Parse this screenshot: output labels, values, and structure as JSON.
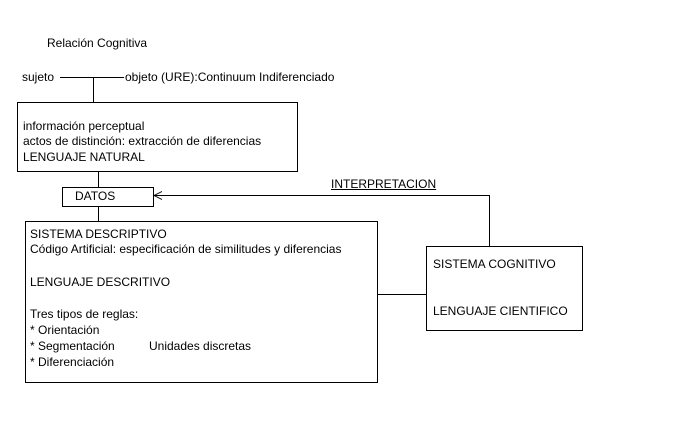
{
  "title": "Relación Cognitiva",
  "top": {
    "sujeto": "sujeto",
    "objeto": "objeto (URE):Continuum Indiferenciado"
  },
  "perceptual_box": {
    "line1": "información perceptual",
    "line2": "actos de distinción: extracción de diferencias",
    "line3": "LENGUAJE NATURAL"
  },
  "datos_box": {
    "label": "DATOS"
  },
  "interpretacion_label": "INTERPRETACION",
  "descriptivo_box": {
    "line1": "SISTEMA DESCRIPTIVO",
    "line2": "Código Artificial: especificación de similitudes y diferencias",
    "line3": "LENGUAJE DESCRITIVO",
    "line4": "Tres tipos de reglas:",
    "rule1": " * Orientación",
    "rule2": " * Segmentación",
    "rule2_note": "Unidades discretas",
    "rule3": " * Diferenciación"
  },
  "cognitivo_box": {
    "line1": "SISTEMA COGNITIVO",
    "line2": "LENGUAJE CIENTIFICO"
  }
}
